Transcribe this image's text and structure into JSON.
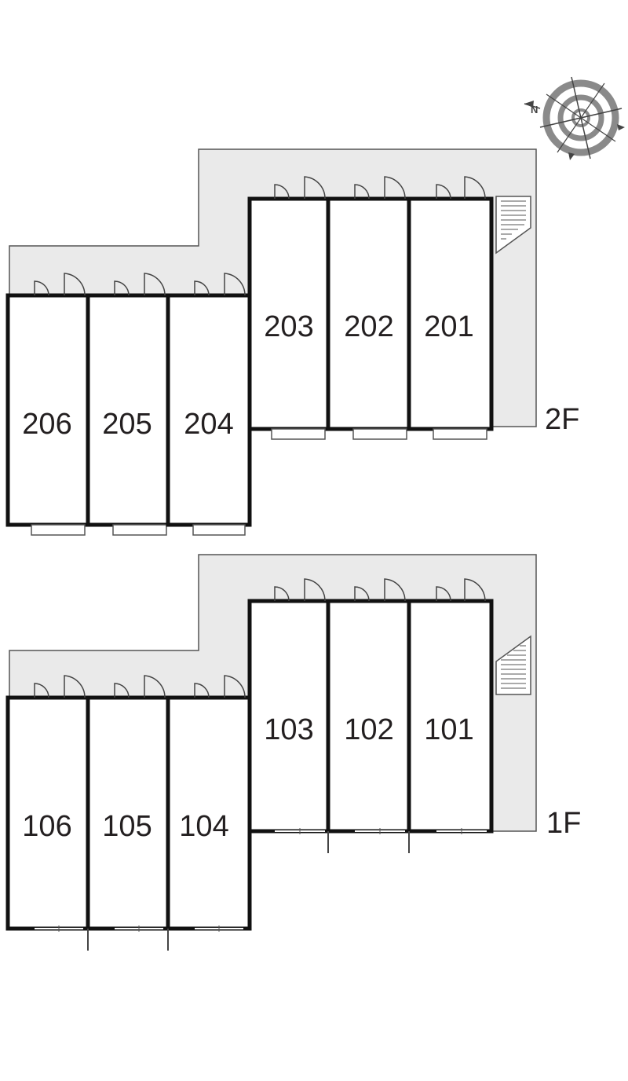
{
  "floors": [
    {
      "label": "2F",
      "units": [
        {
          "number": "201"
        },
        {
          "number": "202"
        },
        {
          "number": "203"
        },
        {
          "number": "204"
        },
        {
          "number": "205"
        },
        {
          "number": "206"
        }
      ]
    },
    {
      "label": "1F",
      "units": [
        {
          "number": "101"
        },
        {
          "number": "102"
        },
        {
          "number": "103"
        },
        {
          "number": "104"
        },
        {
          "number": "105"
        },
        {
          "number": "106"
        }
      ]
    }
  ],
  "compass": {
    "north": "N"
  },
  "colors": {
    "corridor": "#eaeaea",
    "wall": "#111111",
    "line": "#555555"
  }
}
